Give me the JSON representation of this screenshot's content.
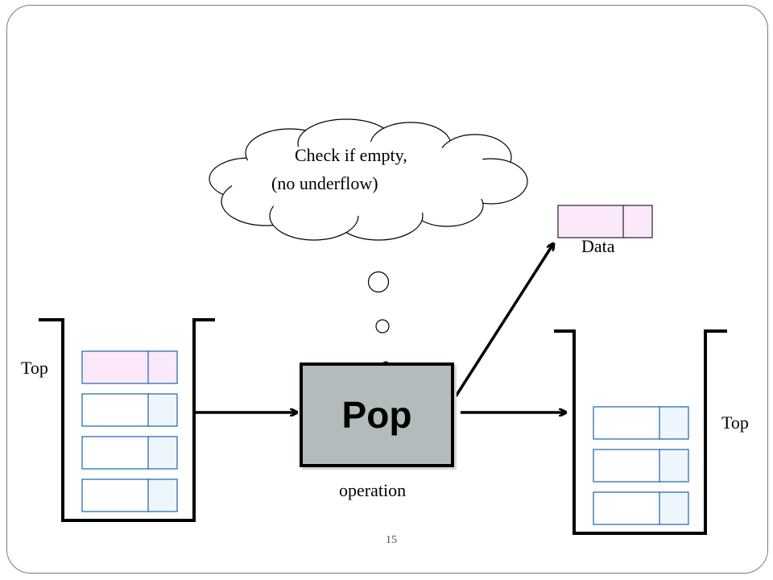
{
  "thought_cloud": {
    "line1": "Check if empty,",
    "line2": "(no underflow)"
  },
  "operation": {
    "name": "Pop",
    "caption": "operation"
  },
  "popped_item": {
    "label": "Data",
    "color": "#fbe8fb"
  },
  "stack_before": {
    "top_label": "Top",
    "top_cell_color": "#fbe8fb",
    "cell_color": "#eef6fd",
    "cell_count": 4
  },
  "stack_after": {
    "top_label": "Top",
    "cell_color": "#eef6fd",
    "cell_count": 3
  },
  "page_number": "15"
}
